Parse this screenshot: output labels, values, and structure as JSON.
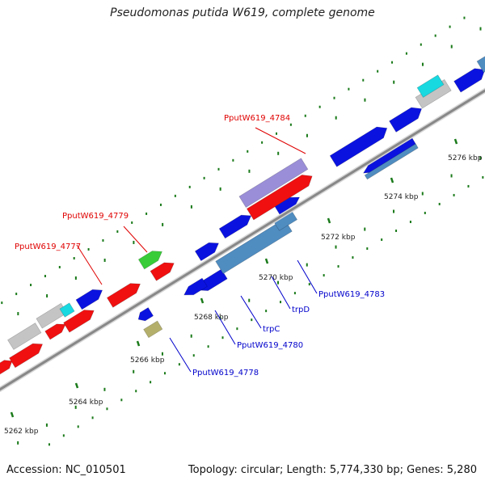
{
  "title": "Pseudomonas putida W619, complete genome",
  "footer": {
    "accession": "Accession: NC_010501",
    "summary": "Topology: circular; Length: 5,774,330 bp; Genes: 5,280"
  },
  "colors": {
    "backbone": "#888888",
    "forward_label": "#e00000",
    "reverse_label": "#0000cc",
    "tick": "#1a7a1a",
    "blue_gene": "#0a12e0",
    "red_gene": "#f01010",
    "gray_gene": "#c4c4c4",
    "cyan_gene": "#18d8e0",
    "steel_gene": "#4f8cc0",
    "green_gene": "#38cc38",
    "olive_gene": "#b4b06c",
    "lavender_gene": "#9a8ed8"
  },
  "ticks": [
    {
      "label": "5262 kbp"
    },
    {
      "label": "5264 kbp"
    },
    {
      "label": "5266 kbp"
    },
    {
      "label": "5268 kbp"
    },
    {
      "label": "5270 kbp"
    },
    {
      "label": "5272 kbp"
    },
    {
      "label": "5274 kbp"
    },
    {
      "label": "5276 kbp"
    }
  ],
  "gene_labels": [
    {
      "text": "PputW619_4784",
      "strand": "forward"
    },
    {
      "text": "PputW619_4779",
      "strand": "forward"
    },
    {
      "text": "PputW619_4777",
      "strand": "forward"
    },
    {
      "text": "PputW619_4783",
      "strand": "reverse"
    },
    {
      "text": "trpD",
      "strand": "reverse"
    },
    {
      "text": "trpC",
      "strand": "reverse"
    },
    {
      "text": "PputW619_4780",
      "strand": "reverse"
    },
    {
      "text": "PputW619_4778",
      "strand": "reverse"
    }
  ]
}
